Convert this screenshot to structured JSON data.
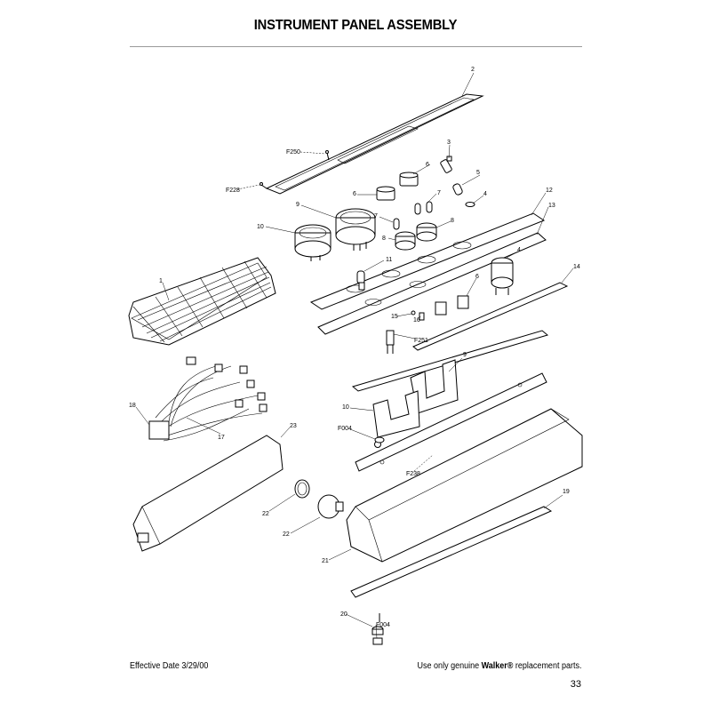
{
  "header": {
    "title": "INSTRUMENT PANEL ASSEMBLY"
  },
  "callouts": [
    {
      "id": "c2",
      "text": "2"
    },
    {
      "id": "c3",
      "text": "3"
    },
    {
      "id": "c6a",
      "text": "6"
    },
    {
      "id": "c5",
      "text": "5"
    },
    {
      "id": "cF250",
      "text": "F250"
    },
    {
      "id": "cF228",
      "text": "F228"
    },
    {
      "id": "c6b",
      "text": "6"
    },
    {
      "id": "c7a",
      "text": "7"
    },
    {
      "id": "c4a",
      "text": "4"
    },
    {
      "id": "c9a",
      "text": "9"
    },
    {
      "id": "c7b",
      "text": "7"
    },
    {
      "id": "c8a",
      "text": "8"
    },
    {
      "id": "c12",
      "text": "12"
    },
    {
      "id": "c13",
      "text": "13"
    },
    {
      "id": "c10a",
      "text": "10"
    },
    {
      "id": "c8b",
      "text": "8"
    },
    {
      "id": "c11",
      "text": "11"
    },
    {
      "id": "c4b",
      "text": "4"
    },
    {
      "id": "c1",
      "text": "1"
    },
    {
      "id": "c14",
      "text": "14"
    },
    {
      "id": "c6c",
      "text": "6"
    },
    {
      "id": "c15",
      "text": "15"
    },
    {
      "id": "c16",
      "text": "16"
    },
    {
      "id": "cF251",
      "text": "F251"
    },
    {
      "id": "c9b",
      "text": "9"
    },
    {
      "id": "c10b",
      "text": "10"
    },
    {
      "id": "c18",
      "text": "18"
    },
    {
      "id": "cF004a",
      "text": "F004"
    },
    {
      "id": "c17",
      "text": "17"
    },
    {
      "id": "c23",
      "text": "23"
    },
    {
      "id": "cF238",
      "text": "F238"
    },
    {
      "id": "c22a",
      "text": "22"
    },
    {
      "id": "c19",
      "text": "19"
    },
    {
      "id": "c22b",
      "text": "22"
    },
    {
      "id": "c21",
      "text": "21"
    },
    {
      "id": "c20",
      "text": "20"
    },
    {
      "id": "cF004b",
      "text": "F004"
    }
  ],
  "footer": {
    "effective_date": "Effective Date 3/29/00",
    "notice_prefix": "Use only genuine ",
    "notice_brand": "Walker®",
    "notice_suffix": " replacement parts.",
    "page_number": "33"
  }
}
